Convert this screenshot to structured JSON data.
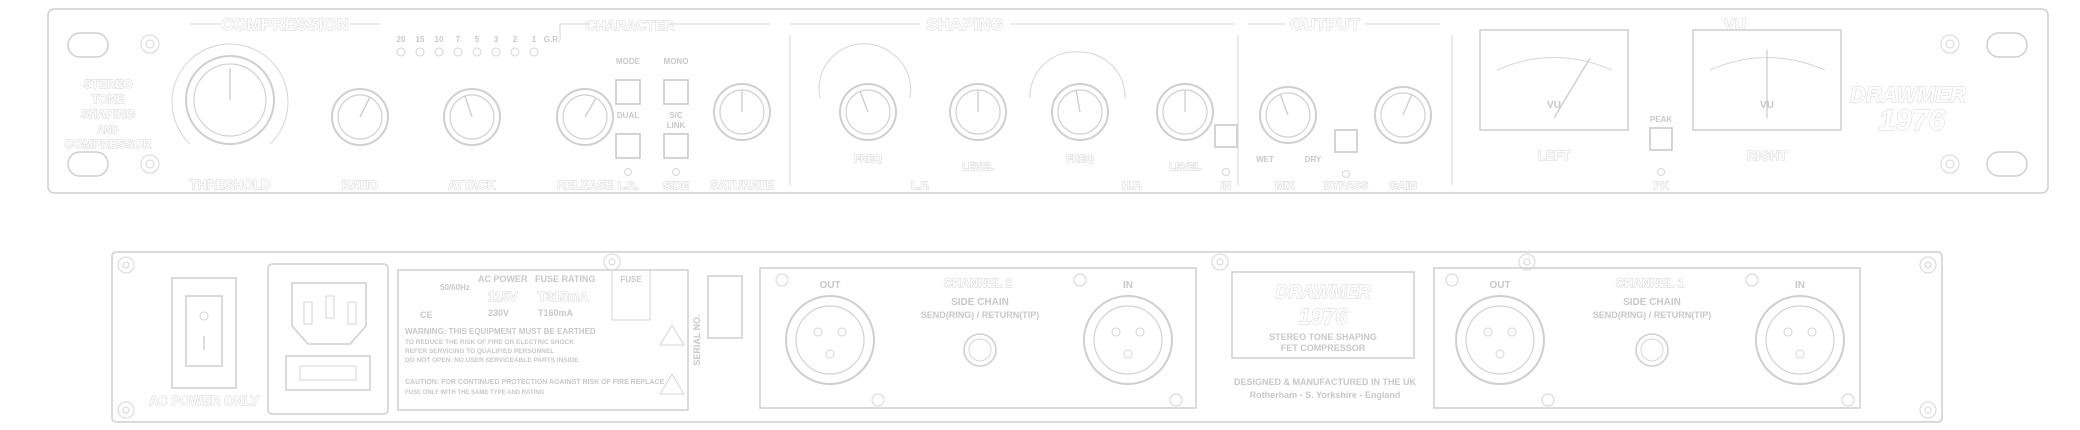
{
  "front": {
    "compression_title": "COMPRESSION",
    "character_title": "CHARACTER",
    "shaping_title": "SHAPING",
    "output_title": "OUTPUT",
    "vu_title": "VU",
    "stereo_text": [
      "STEREO",
      "TONE",
      "SHAPING",
      "AND",
      "COMPRESSOR"
    ],
    "gr_leds": [
      "20",
      "15",
      "10",
      "7",
      "5",
      "3",
      "2",
      "1",
      "G.R."
    ],
    "knobs": {
      "threshold": "THRESHOLD",
      "ratio": "RATIO",
      "attack": "ATTACK",
      "release": "RELEASE",
      "saturate": "SATURATE",
      "freq_lf": "FREQ",
      "level_lf": "LEVEL",
      "freq_hf": "FREQ",
      "level_hf": "LEVEL",
      "mix": "MIX",
      "gain": "GAIN"
    },
    "switches": {
      "mode1": "MODE",
      "dual": "DUAL",
      "mono": "MONO",
      "sidechain_a": "S/C",
      "sidechain_b": "LINK"
    },
    "section_labels": {
      "lf": "L.F.",
      "hf": "H.F.",
      "in": "IN",
      "bypass": "BYPASS",
      "lr": "L.R.",
      "side": "SIDE",
      "pk": "PK",
      "mix_dry": "DRY",
      "mix_wet": "WET"
    },
    "meter_labels": {
      "left": "LEFT",
      "right": "RIGHT",
      "mode": "PEAK",
      "vu": "VU"
    },
    "brand": "DRAWMER",
    "model": "1976"
  },
  "rear": {
    "power_label": "AC POWER ONLY",
    "info_lines": [
      "AC POWER",
      "FUSE RATING",
      "115V",
      "T315mA",
      "230V",
      "T160mA",
      "50/60Hz"
    ],
    "fuse_title": "FUSE",
    "warning_lines": [
      "WARNING: THIS EQUIPMENT MUST BE EARTHED",
      "TO REDUCE THE RISK OF FIRE OR ELECTRIC SHOCK",
      "REFER SERVICING TO QUALIFIED PERSONNEL",
      "DO NOT OPEN. NO USER SERVICEABLE PARTS INSIDE"
    ],
    "caution_lines": [
      "CAUTION: FOR CONTINUED PROTECTION AGAINST RISK OF FIRE REPLACE",
      "FUSE ONLY WITH THE SAME TYPE AND RATING"
    ],
    "serial_label": "SERIAL NO.",
    "channel2": {
      "title": "CHANNEL 2",
      "out": "OUT",
      "in": "IN",
      "sidechain": "SIDE CHAIN",
      "send_return": "SEND(RING) / RETURN(TIP)"
    },
    "channel1": {
      "title": "CHANNEL 1",
      "out": "OUT",
      "in": "IN",
      "sidechain": "SIDE CHAIN",
      "send_return": "SEND(RING) / RETURN(TIP)"
    },
    "brand_box": {
      "brand": "DRAWMER",
      "model": "1976",
      "line1": "STEREO TONE SHAPING",
      "line2": "FET COMPRESSOR"
    },
    "footer1": "DESIGNED & MANUFACTURED IN THE UK",
    "footer2": "Rotherham - S. Yorkshire - England"
  }
}
